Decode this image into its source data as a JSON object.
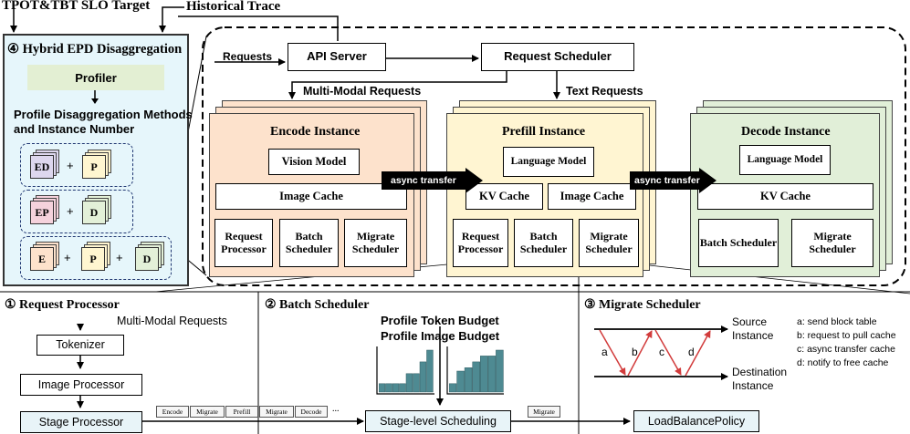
{
  "top": {
    "slo_target": "TPOT&TBT SLO Target",
    "historical_trace": "Historical Trace"
  },
  "hybrid": {
    "title": "④ Hybrid EPD Disaggregation",
    "profiler": "Profiler",
    "methods_line1": "Profile Disaggregation Methods",
    "methods_line2": "and Instance Number",
    "groups": [
      {
        "a": "ED",
        "b": "P"
      },
      {
        "a": "EP",
        "b": "D"
      },
      {
        "a": "E",
        "b": "P",
        "c": "D"
      }
    ],
    "plus": "+"
  },
  "flow": {
    "requests": "Requests",
    "api_server": "API Server",
    "request_scheduler": "Request Scheduler",
    "multimodal_requests": "Multi-Modal Requests",
    "text_requests": "Text Requests",
    "async_transfer": "async transfer"
  },
  "encode": {
    "title": "Encode Instance",
    "vision_model": "Vision Model",
    "image_cache": "Image Cache",
    "request_processor": "Request Processor",
    "batch_scheduler": "Batch Scheduler",
    "migrate_scheduler": "Migrate Scheduler"
  },
  "prefill": {
    "title": "Prefill Instance",
    "language_model": "Language Model",
    "kv_cache": "KV Cache",
    "image_cache": "Image Cache",
    "request_processor": "Request Processor",
    "batch_scheduler": "Batch Scheduler",
    "migrate_scheduler": "Migrate Scheduler"
  },
  "decode": {
    "title": "Decode Instance",
    "language_model": "Language Model",
    "kv_cache": "KV Cache",
    "batch_scheduler": "Batch Scheduler",
    "migrate_scheduler": "Migrate Scheduler"
  },
  "rp": {
    "title": "① Request Processor",
    "multimodal_requests": "Multi-Modal Requests",
    "tokenizer": "Tokenizer",
    "image_processor": "Image Processor",
    "stage_processor": "Stage Processor"
  },
  "stages": [
    "Encode",
    "Migrate",
    "Prefill",
    "Migrate",
    "Decode"
  ],
  "stages_ellipsis": "...",
  "bs": {
    "title": "② Batch Scheduler",
    "token_budget": "Profile Token Budget",
    "image_budget": "Profile Image Budget",
    "stage_level": "Stage-level Scheduling",
    "migrate_chip": "Migrate",
    "hist1": [
      1,
      1,
      1,
      1,
      2.2,
      2.2,
      3.6,
      5
    ],
    "hist2": [
      1,
      2.5,
      2.9,
      3.6,
      4.3,
      4.3,
      5
    ]
  },
  "ms": {
    "title": "③ Migrate Scheduler",
    "source": "Source Instance",
    "destination": "Destination Instance",
    "load_balance": "LoadBalancePolicy",
    "steps": [
      "a",
      "b",
      "c",
      "d"
    ],
    "legend": [
      "a: send block table",
      "b: request to pull cache",
      "c: async transfer cache",
      "d: notify to free cache"
    ]
  },
  "colors": {
    "hybrid_bg": "#e6f6fb",
    "profiler_bg": "#e3efd3",
    "encode_bg": "#fde2cc",
    "prefill_bg": "#fff5d2",
    "decode_bg": "#e1efd8",
    "ed_bg": "#ddd7ee",
    "ep_bg": "#f5d2dc",
    "p_bg": "#fff6d0",
    "d_bg": "#e3f0d8",
    "stage_bg": "#e8f4f8",
    "bar": "#4e8a92",
    "red": "#d23b3b"
  }
}
